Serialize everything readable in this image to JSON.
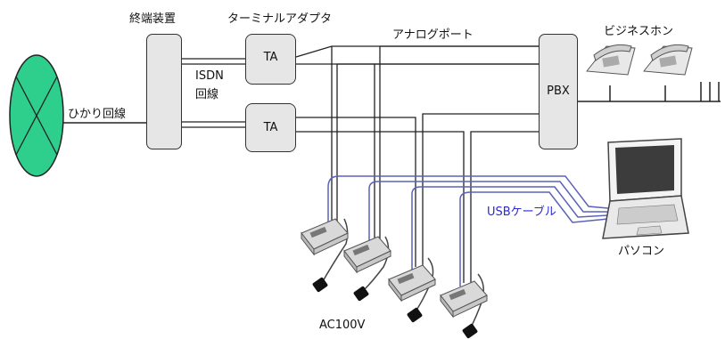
{
  "labels": {
    "fiber_line": "ひかり回線",
    "terminal_unit": "終端装置",
    "terminal_adapter": "ターミナルアダプタ",
    "isdn_line_1": "ISDN",
    "isdn_line_2": "回線",
    "ta_1": "TA",
    "ta_2": "TA",
    "analog_port": "アナログポート",
    "pbx": "PBX",
    "business_phone": "ビジネスホン",
    "usb_cable": "USBケーブル",
    "pc": "パソコン",
    "ac": "AC100V"
  },
  "colors": {
    "fiber_fill": "#2ecf8c",
    "box_fill": "#e6e6e6",
    "line": "#222222",
    "usb_line": "#5a62b8",
    "usb_text": "#2b2bd0"
  }
}
